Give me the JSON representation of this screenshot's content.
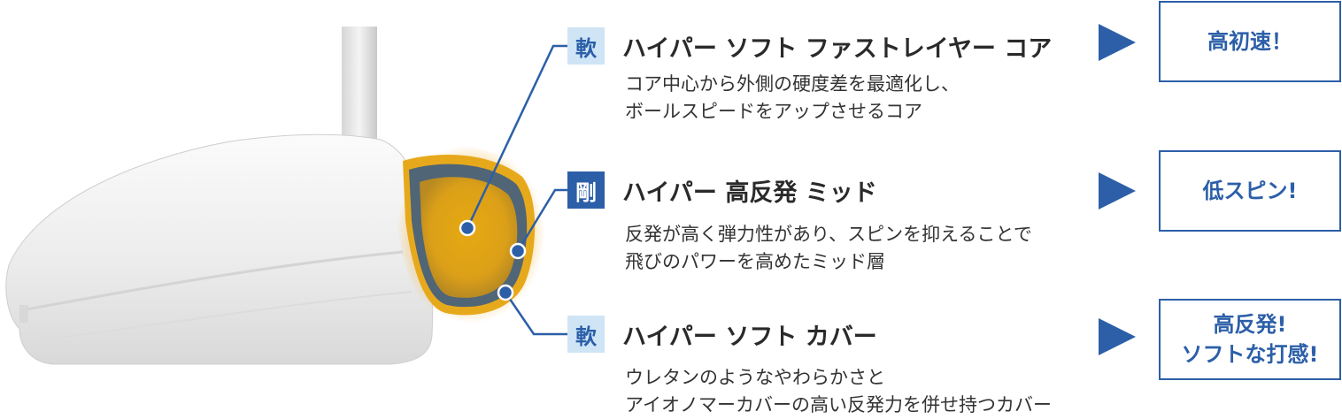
{
  "layers": [
    {
      "tag": "軟",
      "tag_type": "soft",
      "title": "ハイパー ソフト ファストレイヤー コア",
      "description": [
        "コア中心から外側の硬度差を最適化し、",
        "ボールスピードをアップさせるコア"
      ],
      "result": [
        "高初速！"
      ]
    },
    {
      "tag": "剛",
      "tag_type": "hard",
      "title": "ハイパー 高反発 ミッド",
      "description": [
        "反発が高く弾力性があり、スピンを抑えることで",
        "飛びのパワーを高めたミッド層"
      ],
      "result": [
        "低スピン!"
      ]
    },
    {
      "tag": "軟",
      "tag_type": "soft",
      "title": "ハイパー ソフト カバー",
      "description": [
        "ウレタンのようなやわらかさと",
        "アイオノマーカバーの高い反発力を併せ持つカバー"
      ],
      "result": [
        "高反発!",
        "ソフトな打感!"
      ]
    }
  ],
  "colors": {
    "accent": "#2c5fa8",
    "soft_tag_bg": "#cfe5f6",
    "core": "#e3a514",
    "mid_layer": "#4f6272"
  },
  "icons": {
    "pointer": "arrow-right-icon",
    "club": "club-head-illustration"
  }
}
